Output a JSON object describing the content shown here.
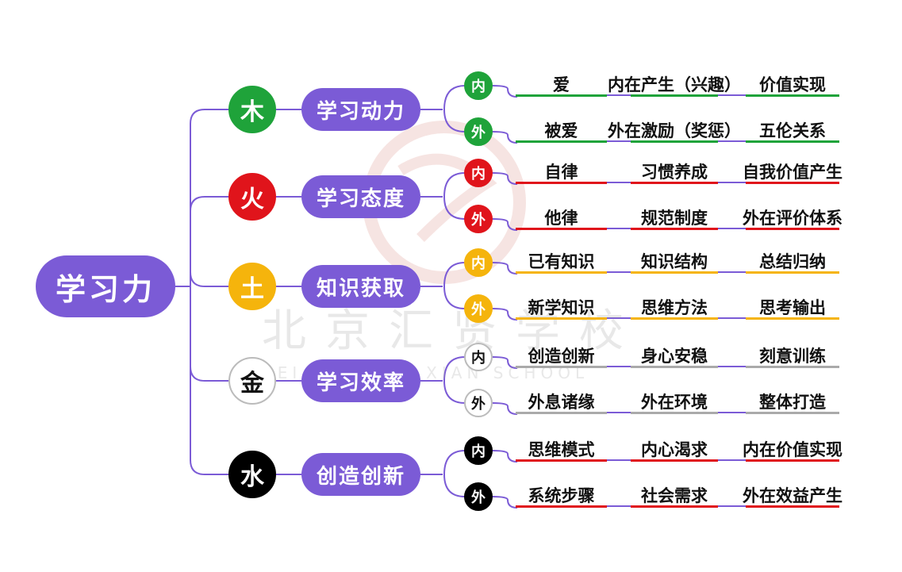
{
  "root": {
    "label": "学习力",
    "color": "#7b5bd6"
  },
  "line_color": "#7b5bd6",
  "watermark": {
    "text": "北京汇贤学校",
    "sub": "BEI JING HUI XIAN SCHOOL"
  },
  "branches": [
    {
      "element": "木",
      "element_bg": "#1fa33a",
      "element_fg": "#ffffff",
      "element_border": "#1fa33a",
      "label": "学习动力",
      "accent": "#1fa33a",
      "sides": [
        {
          "label": "内",
          "bg": "#1fa33a",
          "fg": "#ffffff",
          "border": "#1fa33a",
          "items": [
            "爱",
            "内在产生（兴趣）",
            "价值实现"
          ]
        },
        {
          "label": "外",
          "bg": "#1fa33a",
          "fg": "#ffffff",
          "border": "#1fa33a",
          "items": [
            "被爱",
            "外在激励（奖惩）",
            "五伦关系"
          ]
        }
      ]
    },
    {
      "element": "火",
      "element_bg": "#e0141b",
      "element_fg": "#ffffff",
      "element_border": "#e0141b",
      "label": "学习态度",
      "accent": "#e0141b",
      "sides": [
        {
          "label": "内",
          "bg": "#e0141b",
          "fg": "#ffffff",
          "border": "#e0141b",
          "items": [
            "自律",
            "习惯养成",
            "自我价值产生"
          ]
        },
        {
          "label": "外",
          "bg": "#e0141b",
          "fg": "#ffffff",
          "border": "#e0141b",
          "items": [
            "他律",
            "规范制度",
            "外在评价体系"
          ]
        }
      ]
    },
    {
      "element": "土",
      "element_bg": "#f5b40c",
      "element_fg": "#ffffff",
      "element_border": "#f5b40c",
      "label": "知识获取",
      "accent": "#f5b40c",
      "sides": [
        {
          "label": "内",
          "bg": "#f5b40c",
          "fg": "#ffffff",
          "border": "#f5b40c",
          "items": [
            "已有知识",
            "知识结构",
            "总结归纳"
          ]
        },
        {
          "label": "外",
          "bg": "#f5b40c",
          "fg": "#ffffff",
          "border": "#f5b40c",
          "items": [
            "新学知识",
            "思维方法",
            "思考输出"
          ]
        }
      ]
    },
    {
      "element": "金",
      "element_bg": "#ffffff",
      "element_fg": "#111111",
      "element_border": "#bbbbbb",
      "label": "学习效率",
      "accent": "#aaaaaa",
      "sides": [
        {
          "label": "内",
          "bg": "#ffffff",
          "fg": "#111111",
          "border": "#bbbbbb",
          "items": [
            "创造创新",
            "身心安稳",
            "刻意训练"
          ]
        },
        {
          "label": "外",
          "bg": "#ffffff",
          "fg": "#111111",
          "border": "#bbbbbb",
          "items": [
            "外息诸缘",
            "外在环境",
            "整体打造"
          ]
        }
      ]
    },
    {
      "element": "水",
      "element_bg": "#000000",
      "element_fg": "#ffffff",
      "element_border": "#000000",
      "label": "创造创新",
      "accent": "#e0141b",
      "sides": [
        {
          "label": "内",
          "bg": "#000000",
          "fg": "#ffffff",
          "border": "#000000",
          "items": [
            "思维模式",
            "内心渴求",
            "内在价值实现"
          ]
        },
        {
          "label": "外",
          "bg": "#000000",
          "fg": "#ffffff",
          "border": "#000000",
          "items": [
            "系统步骤",
            "社会需求",
            "外在效益产生"
          ]
        }
      ]
    }
  ]
}
